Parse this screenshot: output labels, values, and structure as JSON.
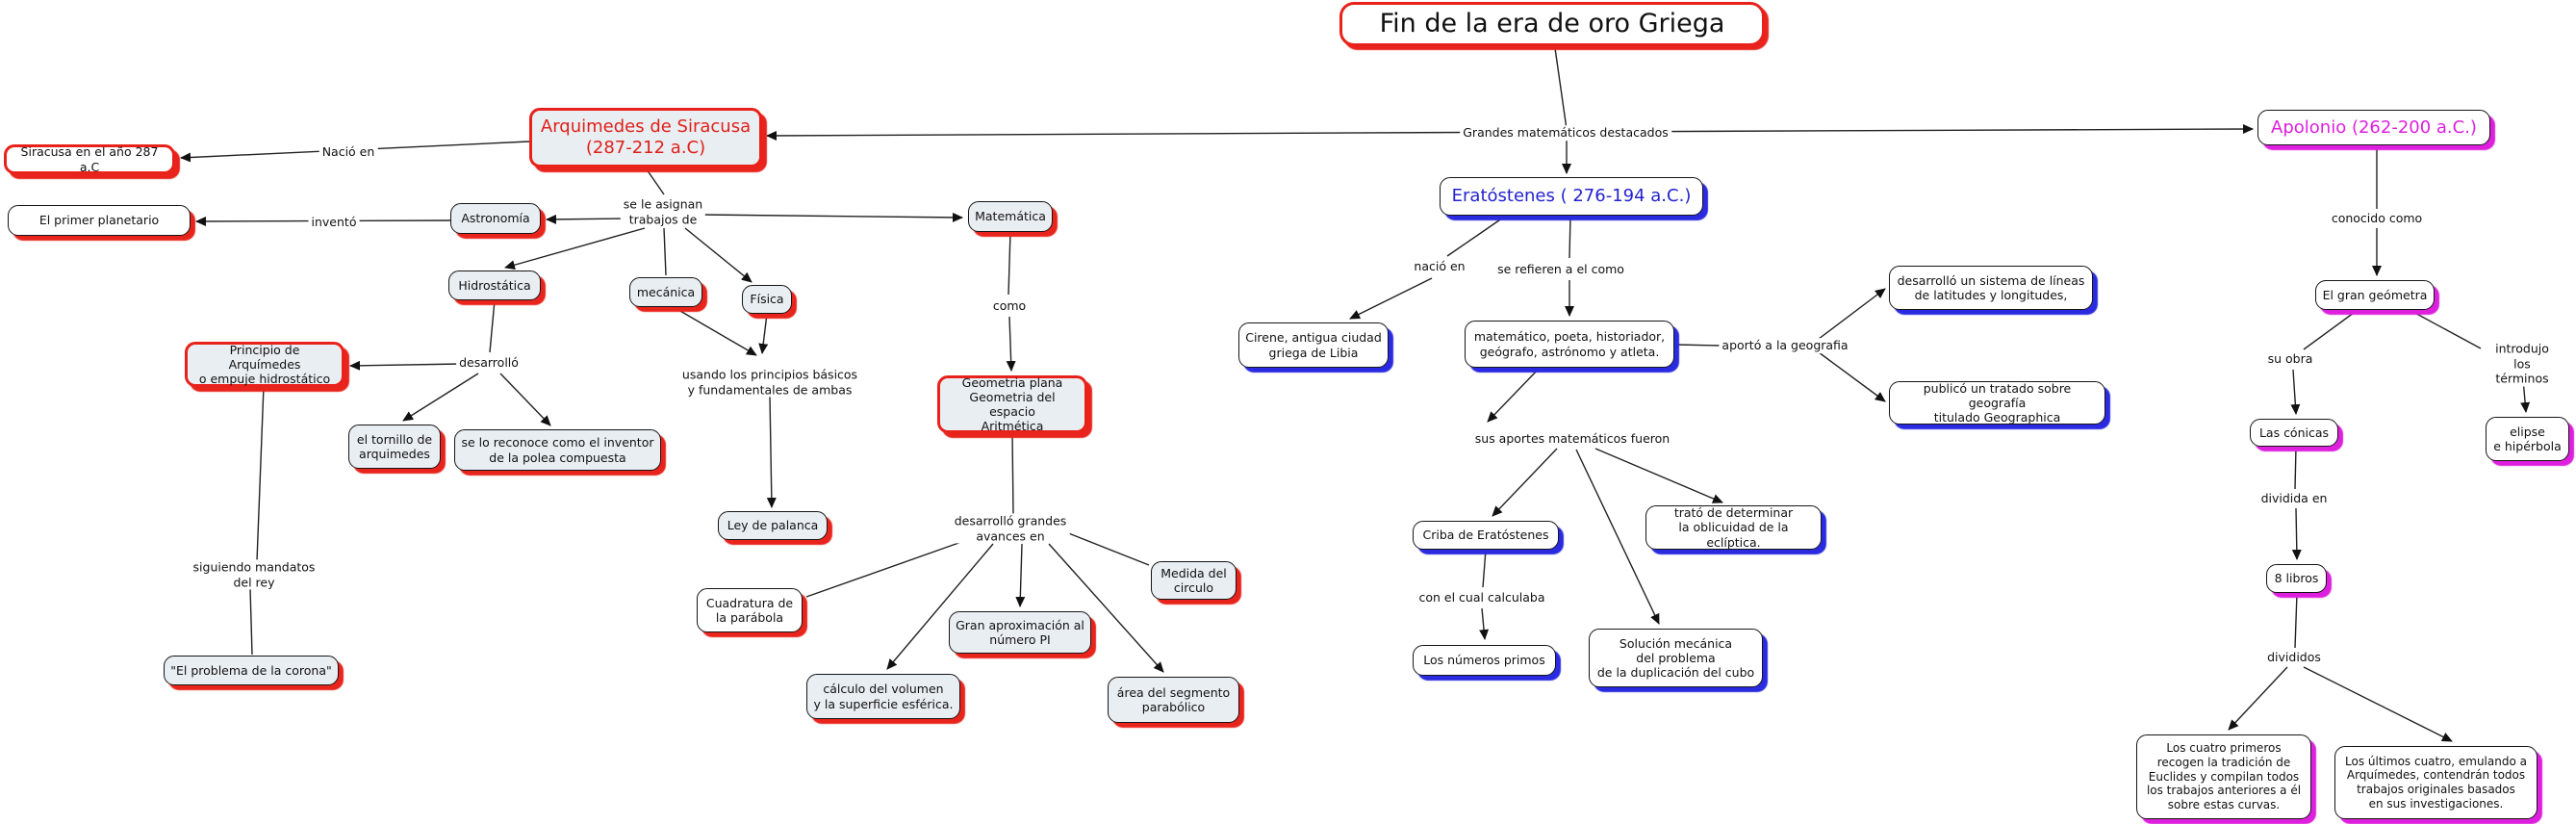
{
  "title": "Fin de la era de oro Griega",
  "colors": {
    "red": "#e8221a",
    "blue": "#2323cf",
    "magenta": "#de1fde",
    "node_bg": "#e9eef3",
    "line": "#1a1a1a"
  },
  "nodes": {
    "arquimedes": "Arquimedes de Siracusa\n(287-212 a.C)",
    "siracusa": "Siracusa en el año 287 a.C",
    "planetario": "El primer planetario",
    "astronomia": "Astronomía",
    "matematica": "Matemática",
    "hidrostatica": "Hidrostática",
    "mecanica": "mecánica",
    "fisica": "Física",
    "principio": "Principio de Arquímedes\no empuje hidrostático",
    "tornillo": "el tornillo de\narquimedes",
    "polea": "se lo reconoce como el inventor\nde la polea compuesta",
    "geometria": "Geometria plana\nGeometria del espacio\nAritmética",
    "ley_palanca": "Ley de palanca",
    "cuadratura": "Cuadratura de\nla parábola",
    "medida": "Medida del\ncirculo",
    "gran_aproximacion": "Gran aproximación al\nnúmero PI",
    "calculo_volumen": "cálculo del volumen\ny la superficie esférica.",
    "area_segmento": "área del segmento\nparabólico",
    "corona": "\"El problema de la corona\"",
    "eratostenes": "Eratóstenes ( 276-194 a.C.)",
    "cirene": "Cirene, antigua ciudad\ngriega de Libia",
    "matematico_poeta": "matemático, poeta, historiador,\ngeógrafo, astrónomo y atleta.",
    "sistema_lineas": "desarrolló un sistema de líneas\nde latitudes y longitudes,",
    "tratado": "publicó un tratado sobre geografía\ntitulado Geographica",
    "criba": "Criba de Eratóstenes",
    "oblicuidad": "trató de determinar\nla oblicuidad de la eclíptica.",
    "numeros_primos": "Los números primos",
    "solucion": "Solución mecánica\ndel problema\nde la duplicación del cubo",
    "apolonio": "Apolonio (262-200 a.C.)",
    "gran_geometra": "El gran geómetra",
    "las_conicas": "Las cónicas",
    "elipse": "elipse\ne hipérbola",
    "ocho_libros": "8 libros",
    "cuatro_primeros": "Los cuatro primeros\nrecogen la tradición de\nEuclides y compilan todos\nlos trabajos anteriores a él\nsobre estas curvas.",
    "ultimos_cuatro": "Los últimos cuatro, emulando a\nArquímedes, contendrán todos\ntrabajos originales basados\nen sus investigaciones."
  },
  "links": {
    "nacio_en": "Nació en",
    "invento": "inventó",
    "se_asignan": "se le asignan\ntrabajos de",
    "desarrollo": "desarrolló",
    "usando": "usando los principios básicos\ny fundamentales de ambas",
    "como": "como",
    "desarrollo_grandes": "desarrolló grandes\navances en",
    "siguiendo": "siguiendo mandatos\ndel rey",
    "grandes_matematicos": "Grandes matemáticos destacados",
    "nacio_en2": "nació en",
    "se_refieren": "se refieren a el como",
    "aporto": "aportó a la geografia",
    "sus_aportes": "sus aportes matemáticos fueron",
    "calculaba": "con el cual calculaba",
    "conocido": "conocido como",
    "su_obra": "su obra",
    "introdujo": "introdujo los\ntérminos",
    "dividida": "dividida en",
    "divididos": "divididos"
  }
}
